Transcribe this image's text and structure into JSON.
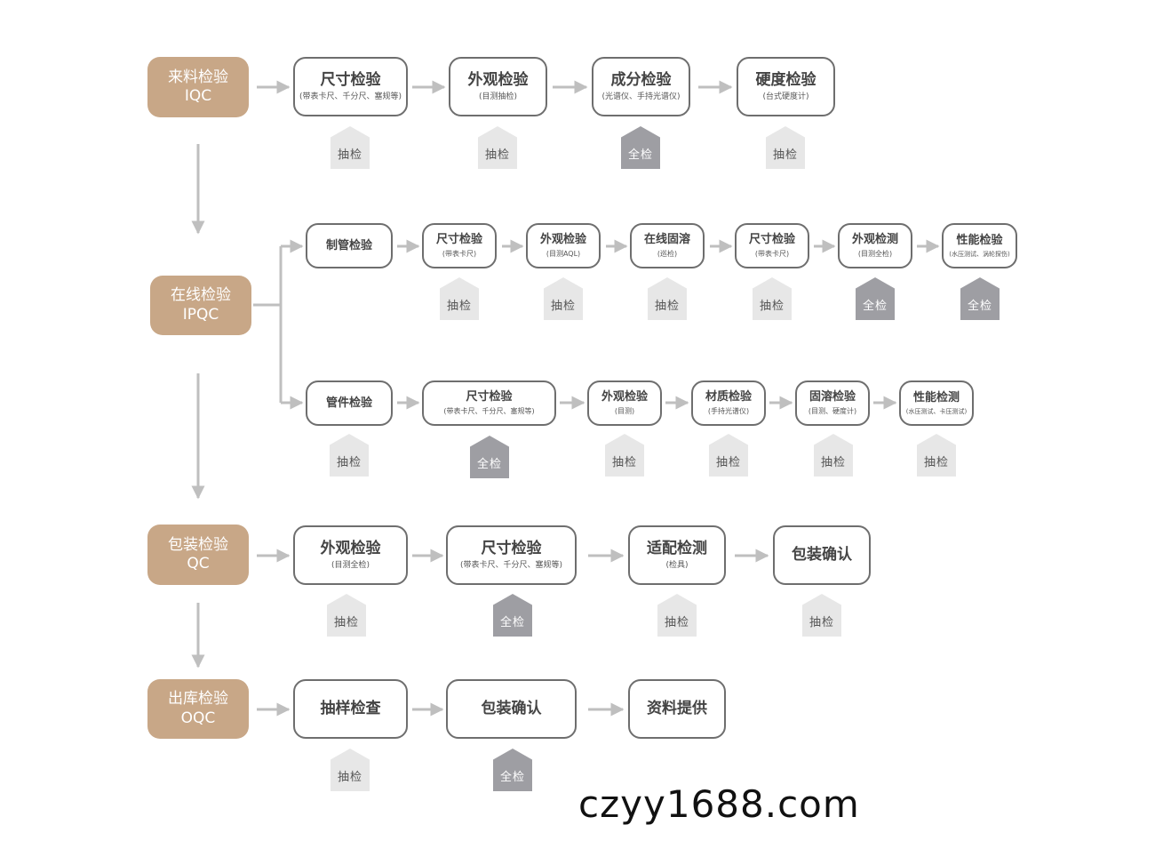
{
  "colors": {
    "stage": "#c8a787",
    "box_border": "#6e6e6e",
    "arrow": "#bfbfbf",
    "spot_badge": "#e7e7e7",
    "full_badge": "#9e9ea3"
  },
  "badges": {
    "spot": "抽检",
    "full": "全检"
  },
  "stages": {
    "iqc": {
      "title": "来料检验",
      "code": "IQC"
    },
    "ipqc": {
      "title": "在线检验",
      "code": "IPQC"
    },
    "qc": {
      "title": "包装检验",
      "code": "QC"
    },
    "oqc": {
      "title": "出库检验",
      "code": "OQC"
    }
  },
  "iqc_steps": [
    {
      "title": "尺寸检验",
      "sub": "(带表卡尺、千分尺、塞规等)",
      "badge": "spot"
    },
    {
      "title": "外观检验",
      "sub": "(目测抽检)",
      "badge": "spot"
    },
    {
      "title": "成分检验",
      "sub": "(光谱仪、手持光谱仪)",
      "badge": "full"
    },
    {
      "title": "硬度检验",
      "sub": "(台式硬度计)",
      "badge": "spot"
    }
  ],
  "ipqc_pipe_steps": [
    {
      "title": "制管检验",
      "sub": ""
    },
    {
      "title": "尺寸检验",
      "sub": "(带表卡尺)",
      "badge": "spot"
    },
    {
      "title": "外观检验",
      "sub": "(目测AQL)",
      "badge": "spot"
    },
    {
      "title": "在线固溶",
      "sub": "(巡检)",
      "badge": "spot"
    },
    {
      "title": "尺寸检验",
      "sub": "(带表卡尺)",
      "badge": "spot"
    },
    {
      "title": "外观检测",
      "sub": "(目测全检)",
      "badge": "full"
    },
    {
      "title": "性能检验",
      "sub": "(水压测试、涡轮探伤)",
      "badge": "full"
    }
  ],
  "ipqc_fitting_steps": [
    {
      "title": "管件检验",
      "sub": "",
      "badge": "spot"
    },
    {
      "title": "尺寸检验",
      "sub": "(带表卡尺、千分尺、塞规等)",
      "badge": "full"
    },
    {
      "title": "外观检验",
      "sub": "(目测)",
      "badge": "spot"
    },
    {
      "title": "材质检验",
      "sub": "(手持光谱仪)",
      "badge": "spot"
    },
    {
      "title": "固溶检验",
      "sub": "(目测、硬度计)",
      "badge": "spot"
    },
    {
      "title": "性能检测",
      "sub": "(水压测试、卡压测试)",
      "badge": "spot"
    }
  ],
  "qc_steps": [
    {
      "title": "外观检验",
      "sub": "(目测全检)",
      "badge": "spot"
    },
    {
      "title": "尺寸检验",
      "sub": "(带表卡尺、千分尺、塞规等)",
      "badge": "full"
    },
    {
      "title": "适配检测",
      "sub": "(检具)",
      "badge": "spot"
    },
    {
      "title": "包装确认",
      "sub": "",
      "badge": "spot"
    }
  ],
  "oqc_steps": [
    {
      "title": "抽样检查",
      "sub": "",
      "badge": "spot"
    },
    {
      "title": "包装确认",
      "sub": "",
      "badge": "full"
    },
    {
      "title": "资料提供",
      "sub": ""
    }
  ],
  "watermark": "czyy1688.com"
}
